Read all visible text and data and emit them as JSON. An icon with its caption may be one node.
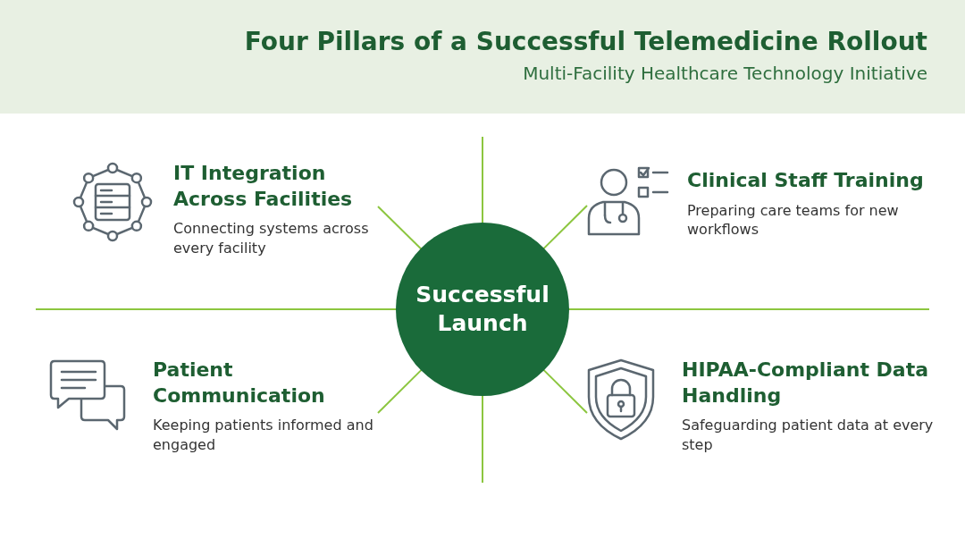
{
  "diagram": {
    "title": "Four Pillars of a Successful Telemedicine Rollout",
    "nodes": [
      {
        "text": [
          "Successful Launch"
        ]
      },
      {
        "text": [
          "IT Integration Across Facilities",
          "Connecting systems across every facility"
        ]
      },
      {
        "text": [
          "Clinical Staff Training",
          "Preparing care teams for new workflows"
        ]
      },
      {
        "text": [
          "Patient Communication",
          "Keeping patients informed and engaged"
        ]
      },
      {
        "text": [
          "HIPAA-Compliant Data Handling",
          "Safeguarding patient data at every step"
        ]
      }
    ],
    "edges": [
      {
        "from": 0,
        "to": 1,
        "arrow": "none"
      },
      {
        "from": 0,
        "to": 2,
        "arrow": "none"
      },
      {
        "from": 0,
        "to": 3,
        "arrow": "none"
      },
      {
        "from": 0,
        "to": 4,
        "arrow": "none"
      }
    ],
    "labels": [
      "Multi-Facility Healthcare Technology Initiative"
    ]
  }
}
